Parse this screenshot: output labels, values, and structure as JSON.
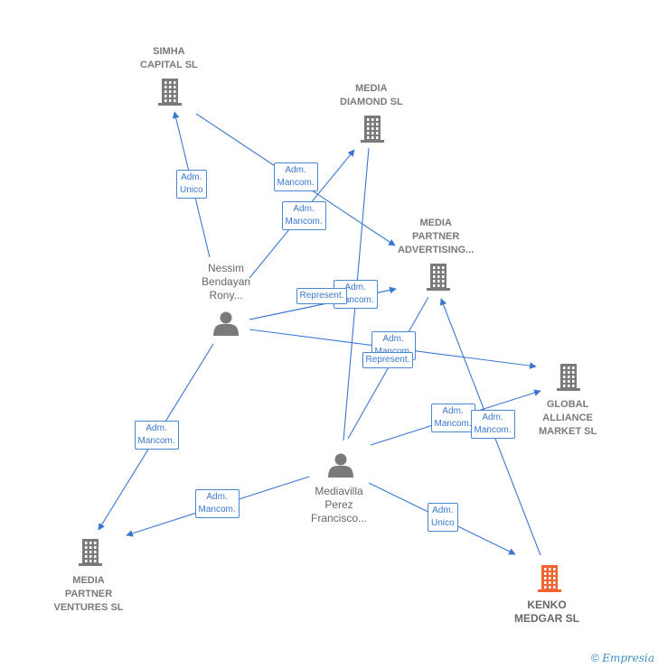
{
  "companies": [
    {
      "id": "simha",
      "lines": [
        "SIMHA",
        "CAPITAL  SL"
      ],
      "highlight": false
    },
    {
      "id": "diamond",
      "lines": [
        "MEDIA",
        "DIAMOND SL"
      ],
      "highlight": false
    },
    {
      "id": "advertising",
      "lines": [
        "MEDIA",
        "PARTNER",
        "ADVERTISING..."
      ],
      "highlight": false
    },
    {
      "id": "global",
      "lines": [
        "GLOBAL",
        "ALLIANCE",
        "MARKET  SL"
      ],
      "highlight": false
    },
    {
      "id": "ventures",
      "lines": [
        "MEDIA",
        "PARTNER",
        "VENTURES  SL"
      ],
      "highlight": false
    },
    {
      "id": "kenko",
      "lines": [
        "KENKO",
        "MEDGAR  SL"
      ],
      "highlight": true
    }
  ],
  "persons": [
    {
      "id": "nessim",
      "lines": [
        "Nessim",
        "Bendayan",
        "Rony..."
      ]
    },
    {
      "id": "mediavilla",
      "lines": [
        "Mediavilla",
        "Perez",
        "Francisco..."
      ]
    }
  ],
  "edge_labels": [
    [
      "Adm.",
      "Unico"
    ],
    [
      "Adm.",
      "Mancom."
    ],
    [
      "Adm.",
      "Mancom."
    ],
    [
      "Adm.",
      "Mancom."
    ],
    [
      "Represent."
    ],
    [
      "Adm.",
      "Mancom."
    ],
    [
      "Represent."
    ],
    [
      "Adm.",
      "Mancom."
    ],
    [
      "Adm.",
      "Mancom."
    ],
    [
      "Adm.",
      "Mancom."
    ],
    [
      "Adm.",
      "Mancom."
    ],
    [
      "Adm.",
      "Unico"
    ]
  ],
  "colors": {
    "edge": "#3a78d0",
    "icon": "#7a7a7a",
    "highlight": "#f06432"
  },
  "copyright": {
    "symbol": "©",
    "brand": "Empresia"
  }
}
